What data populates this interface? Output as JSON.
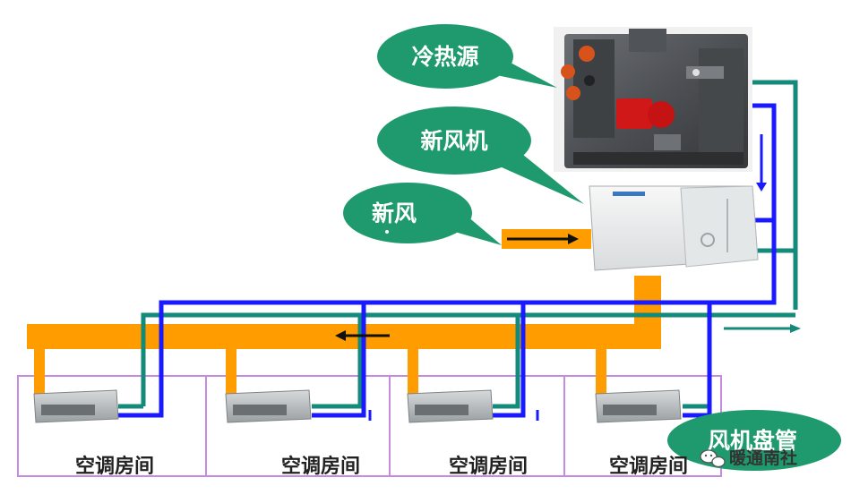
{
  "labels": {
    "heat_source": "冷热源",
    "fresh_air_unit": "新风机",
    "fresh_air": "新风",
    "fan_coil": "风机盘管"
  },
  "rooms": [
    "空调房间",
    "空调房间",
    "空调房间",
    "空调房间"
  ],
  "watermark": "暖通南社",
  "colors": {
    "supply_pipe": "#1a1aff",
    "return_pipe": "#138a7a",
    "air_duct": "#ff9c00",
    "bubble_fill": "#1e9a6e",
    "room_border": "#c58be0"
  }
}
